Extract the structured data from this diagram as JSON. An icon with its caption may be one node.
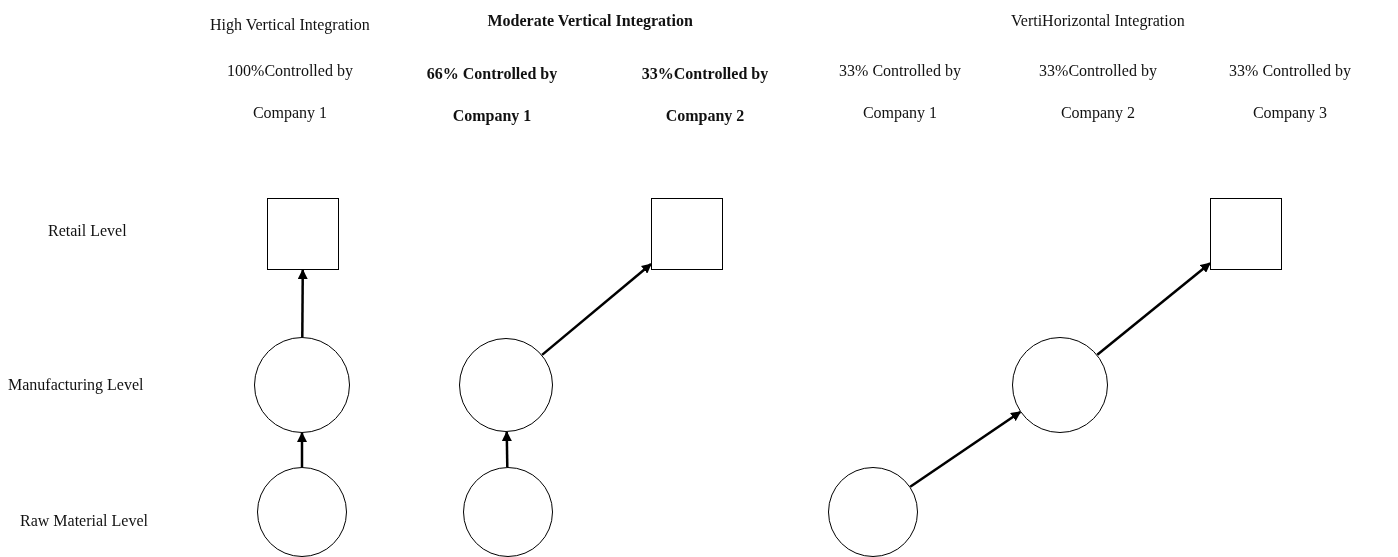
{
  "diagram": {
    "nodes": [
      {
        "text": [],
        "shape": "box"
      },
      {
        "text": [],
        "shape": "circle"
      },
      {
        "text": [],
        "shape": "circle"
      },
      {
        "text": [],
        "shape": "box"
      },
      {
        "text": [],
        "shape": "circle"
      },
      {
        "text": [],
        "shape": "circle"
      },
      {
        "text": [],
        "shape": "box"
      },
      {
        "text": [],
        "shape": "circle"
      },
      {
        "text": [],
        "shape": "circle"
      }
    ],
    "edges": [
      {
        "from": 2,
        "to": 1,
        "arrow": "to"
      },
      {
        "from": 1,
        "to": 0,
        "arrow": "to"
      },
      {
        "from": 5,
        "to": 4,
        "arrow": "to"
      },
      {
        "from": 4,
        "to": 3,
        "arrow": "to"
      },
      {
        "from": 8,
        "to": 7,
        "arrow": "to"
      },
      {
        "from": 7,
        "to": 6,
        "arrow": "to"
      }
    ],
    "labels": [
      "High Vertical Integration",
      "Moderate Vertical Integration",
      "VertiHorizontal Integration",
      "100%Controlled by Company 1",
      "66% Controlled by Company 1",
      "33%Controlled by Company 2",
      "33% Controlled by Company 1",
      "33%Controlled by Company 2",
      "33% Controlled by Company 3",
      "Retail Level",
      "Manufacturing Level",
      "Raw Material Level"
    ]
  }
}
